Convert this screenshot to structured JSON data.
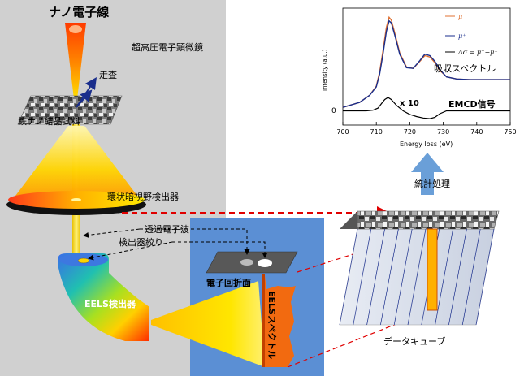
{
  "labels": {
    "nano_beam": "ナノ電子線",
    "microscope": "超高圧電子顕微鏡",
    "scan": "走査",
    "sample": "鉄ナノ結晶試料",
    "adf_detector": "環状暗視野検出器",
    "transmitted_wave": "透過電子波",
    "detector_aperture": "検出器絞り",
    "eels_detector": "EELS検出器",
    "diffraction_plane": "電子回折面",
    "eels_spectrum": "EELSスペクトル",
    "data_cube": "データキューブ",
    "statistical_processing": "統計処理",
    "absorption_spectrum": "吸収スペクトル",
    "emcd_signal": "EMCD信号",
    "scale_factor": "x 10"
  },
  "colors": {
    "gray_panel": "#d0d0d0",
    "blue_panel": "#5b8fd4",
    "red_arrow": "#e00000",
    "navy_arrow": "#1a2e8c",
    "process_arrow": "#6a9fd8"
  },
  "chart_data": {
    "type": "line",
    "xlabel": "Energy loss (eV)",
    "ylabel": "Intensity (a.u.)",
    "xlim": [
      700,
      750
    ],
    "xticks": [
      700,
      710,
      720,
      730,
      740,
      750
    ],
    "ytick_zero": "0",
    "legend": [
      "μ⁻",
      "μ⁺",
      "Δσ = μ⁻−μ⁺"
    ],
    "legend_position": "top-right",
    "series": [
      {
        "name": "μ⁻",
        "color": "#e07030",
        "x": [
          700,
          705,
          708,
          710,
          711,
          712,
          713,
          713.8,
          714.5,
          715.5,
          717,
          719,
          721,
          723,
          724.5,
          726,
          727.5,
          729,
          731,
          734,
          738,
          742,
          746,
          750
        ],
        "y": [
          0.05,
          0.12,
          0.22,
          0.35,
          0.55,
          0.85,
          1.18,
          1.32,
          1.28,
          1.1,
          0.82,
          0.62,
          0.6,
          0.7,
          0.78,
          0.76,
          0.68,
          0.57,
          0.48,
          0.45,
          0.44,
          0.44,
          0.44,
          0.44
        ]
      },
      {
        "name": "μ⁺",
        "color": "#1a2e8c",
        "x": [
          700,
          705,
          708,
          710,
          711,
          712,
          713,
          713.8,
          714.5,
          715.5,
          717,
          719,
          721,
          723,
          724.5,
          726,
          727.5,
          729,
          731,
          734,
          738,
          742,
          746,
          750
        ],
        "y": [
          0.05,
          0.12,
          0.22,
          0.34,
          0.52,
          0.8,
          1.12,
          1.27,
          1.24,
          1.07,
          0.8,
          0.61,
          0.6,
          0.71,
          0.8,
          0.78,
          0.7,
          0.58,
          0.48,
          0.45,
          0.44,
          0.44,
          0.44,
          0.44
        ]
      },
      {
        "name": "Δσ = μ⁻−μ⁺",
        "color": "#000000",
        "x": [
          700,
          704,
          707,
          709,
          710.5,
          711.5,
          712.5,
          713.5,
          714.5,
          716,
          718,
          720,
          722,
          724,
          726,
          727.5,
          729,
          731,
          735,
          740,
          750
        ],
        "y": [
          0.0,
          0.0,
          0.0,
          0.01,
          0.04,
          0.1,
          0.16,
          0.19,
          0.16,
          0.08,
          0.0,
          -0.05,
          -0.08,
          -0.1,
          -0.11,
          -0.09,
          -0.04,
          0.0,
          0.0,
          0.0,
          0.0
        ]
      }
    ]
  }
}
